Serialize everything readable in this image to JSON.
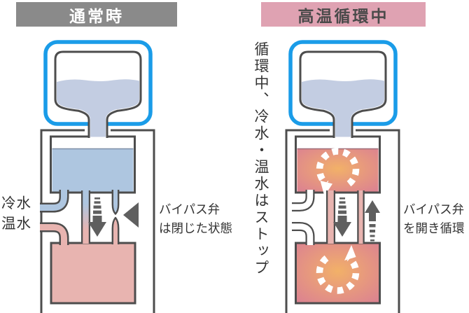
{
  "left_panel": {
    "header": "通常時",
    "label_cold": "冷水",
    "label_hot": "温水",
    "bypass_note": {
      "line1": "バイパス弁",
      "line2": "は閉じた状態"
    }
  },
  "right_panel": {
    "header": "高温循環中",
    "side_note": "循環中、冷水・温水はストップ",
    "bypass_note": {
      "line1": "バイパス弁",
      "line2": "を開き循環"
    }
  },
  "colors": {
    "header_normal_bg": "#8a8a8a",
    "header_normal_text": "#ffffff",
    "header_hot_bg": "#dfa2b2",
    "header_hot_text": "#4a4a4a",
    "bottle_outline": "#1a9ce8",
    "outline": "#4d4d4d",
    "water": "#c3cde2",
    "cold_tank": "#aec6e0",
    "hot_tank_normal": "#e8b4b0",
    "hot_center": "#f2b168",
    "hot_mid": "#e89b7c",
    "hot_edge": "#dc8390",
    "arrow": "#5f5f5f",
    "text": "#333333"
  }
}
